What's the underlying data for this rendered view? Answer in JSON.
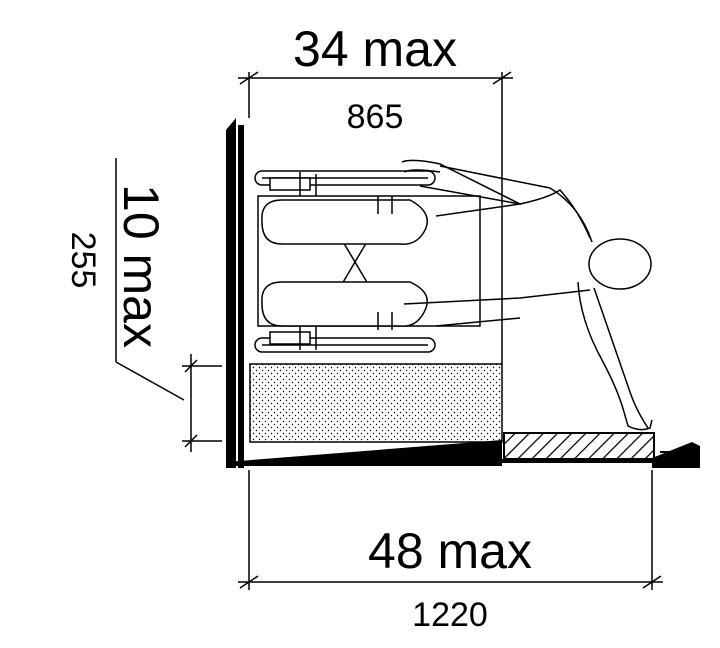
{
  "dimensions": {
    "top_imperial": "34 max",
    "top_metric": "865",
    "side_imperial": "10 max",
    "side_metric": "255",
    "bottom_imperial": "48 max",
    "bottom_metric": "1220"
  },
  "colors": {
    "line": "#000000",
    "background": "#ffffff"
  }
}
